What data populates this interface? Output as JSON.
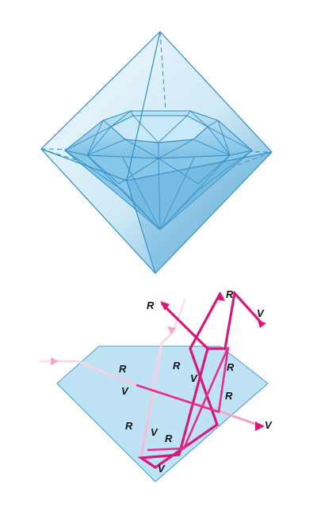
{
  "colors": {
    "crystal_fill_light": "#e9f6fc",
    "crystal_fill_dark": "#5fb2dd",
    "crystal_edge": "#2f8dc4",
    "diamond_fill": "#a9d8ee",
    "prism_fill": "#bfe3f4",
    "prism_edge": "#4a9fd0",
    "ray_red": "#d8187a",
    "ray_pink": "#f6a6c8"
  },
  "labels": {
    "r_top": "R",
    "r_top_right": "R",
    "v_top_right": "V",
    "r_inside_left": "R",
    "v_inside_left": "V",
    "r_inside_mid": "R",
    "v_inside_mid": "V",
    "r_inside_right_1": "R",
    "r_inside_right_2": "R",
    "v_exit_right": "V",
    "r_lower_left": "R",
    "v_lower_mid": "V",
    "r_lower_mid": "R",
    "v_bottom": "V"
  }
}
